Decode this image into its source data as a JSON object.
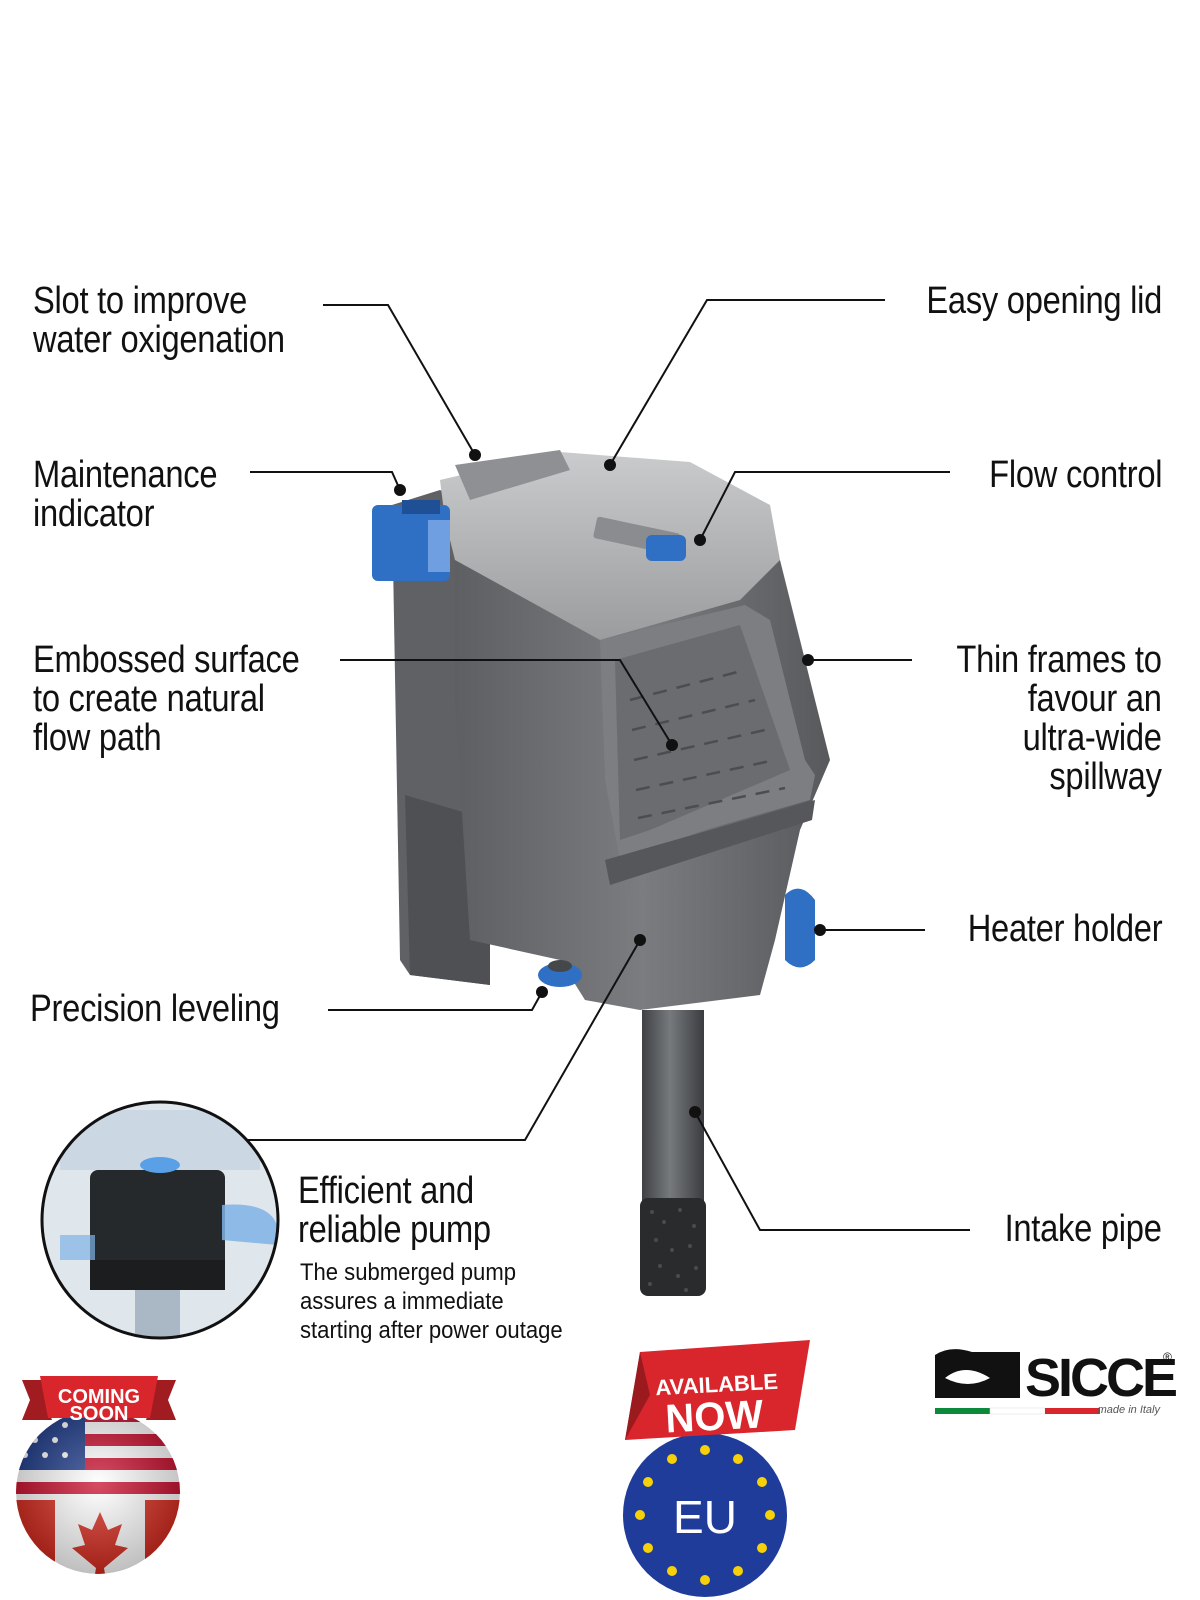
{
  "callouts": {
    "slot": "Slot to improve\nwater oxigenation",
    "lid": "Easy opening lid",
    "maintenance": "Maintenance\nindicator",
    "flow": "Flow control",
    "embossed": "Embossed surface\nto create natural\nflow path",
    "frames": "Thin frames to\nfavour an\nultra-wide\nspillway",
    "heater": "Heater holder",
    "leveling": "Precision leveling",
    "pump_title": "Efficient and\nreliable pump",
    "pump_desc": "The submerged pump\nassures  a immediate\nstarting after power outage",
    "intake": "Intake pipe"
  },
  "badges": {
    "coming_line1": "COMING",
    "coming_line2": "SOON",
    "available_line1": "AVAILABLE",
    "available_line2": "NOW",
    "eu": "EU"
  },
  "brand": {
    "name": "SICCE",
    "tagline": "made in Italy",
    "registered": "®"
  },
  "colors": {
    "accent_blue": "#2f6fc4",
    "body_gray": "#6d6f72",
    "lid_gray": "#b9bbbd",
    "badge_red": "#d8262c",
    "eu_blue": "#1f3c9a",
    "eu_star": "#f6d10a"
  }
}
